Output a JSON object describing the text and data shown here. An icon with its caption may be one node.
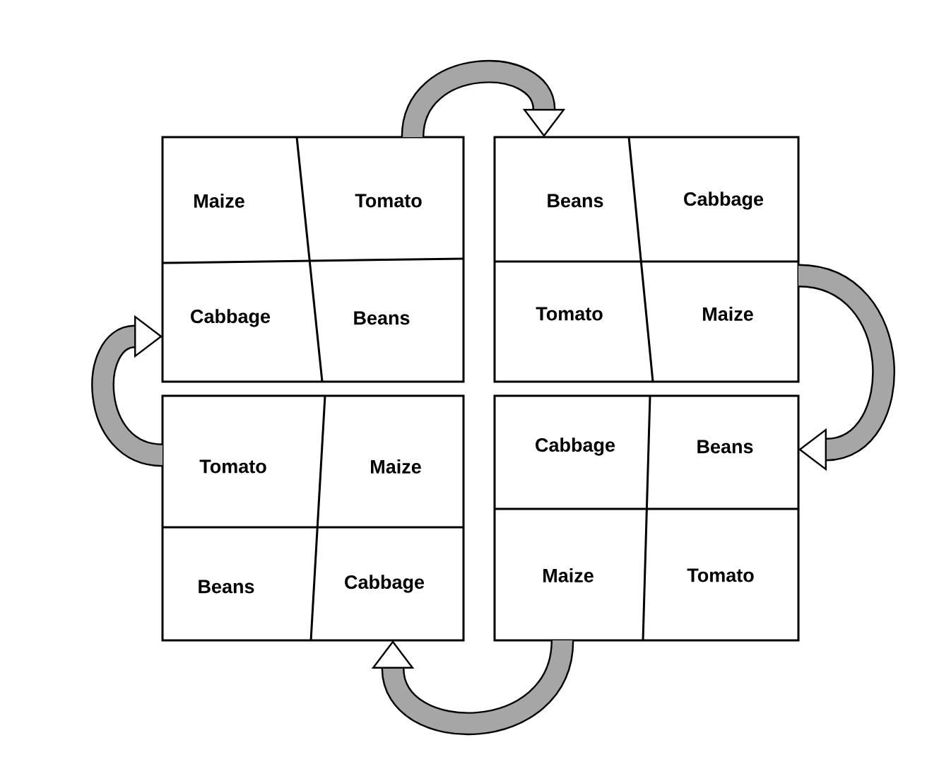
{
  "diagram": {
    "nodes": [
      {
        "text": [],
        "shape": "box"
      },
      {
        "text": [
          "Maize"
        ],
        "in": 0
      },
      {
        "text": [
          "Tomato"
        ],
        "in": 0
      },
      {
        "text": [
          "Cabbage"
        ],
        "in": 0
      },
      {
        "text": [
          "Beans"
        ],
        "in": 0
      },
      {
        "text": [],
        "shape": "box"
      },
      {
        "text": [
          "Beans"
        ],
        "in": 5
      },
      {
        "text": [
          "Cabbage"
        ],
        "in": 5
      },
      {
        "text": [
          "Tomato"
        ],
        "in": 5
      },
      {
        "text": [
          "Maize"
        ],
        "in": 5
      },
      {
        "text": [],
        "shape": "box"
      },
      {
        "text": [
          "Tomato"
        ],
        "in": 10
      },
      {
        "text": [
          "Maize"
        ],
        "in": 10
      },
      {
        "text": [
          "Beans"
        ],
        "in": 10
      },
      {
        "text": [
          "Cabbage"
        ],
        "in": 10
      },
      {
        "text": [],
        "shape": "box"
      },
      {
        "text": [
          "Cabbage"
        ],
        "in": 15
      },
      {
        "text": [
          "Beans"
        ],
        "in": 15
      },
      {
        "text": [
          "Maize"
        ],
        "in": 15
      },
      {
        "text": [
          "Tomato"
        ],
        "in": 15
      }
    ],
    "edges": [
      {
        "from": 0,
        "to": 5,
        "arrow": "to"
      },
      {
        "from": 5,
        "to": 15,
        "arrow": "to"
      },
      {
        "from": 15,
        "to": 10,
        "arrow": "to"
      },
      {
        "from": 10,
        "to": 0,
        "arrow": "to"
      }
    ]
  }
}
